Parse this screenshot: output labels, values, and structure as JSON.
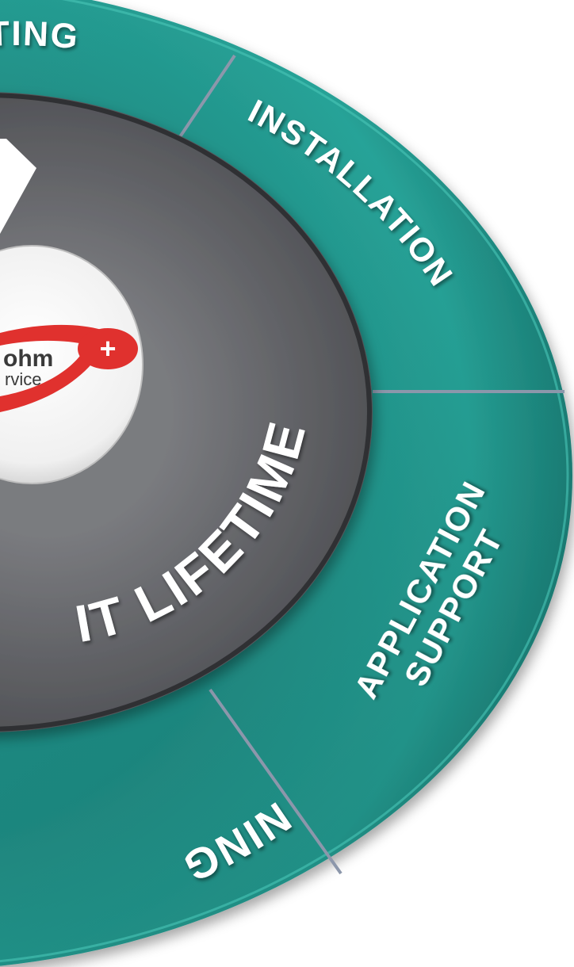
{
  "outer_ring": {
    "segments": [
      {
        "id": "consulting",
        "label": "LTING"
      },
      {
        "id": "installation",
        "label": "INSTALLATION"
      },
      {
        "id": "application",
        "label_line1": "APPLICATION",
        "label_line2": "SUPPORT"
      },
      {
        "id": "training",
        "label": "NING"
      }
    ]
  },
  "inner_ring": {
    "label": "IT LIFETIME"
  },
  "logo": {
    "line1": "ohm",
    "line2": "rvice",
    "plus_symbol": "+"
  },
  "colors": {
    "ring_teal": "#21938a",
    "ring_teal_light": "#33b2a6",
    "ring_teal_dark": "#135f58",
    "inner_dark": "#3f4043",
    "inner_mid": "#6b6c70",
    "divider": "#8c97ab",
    "logo_red": "#e0312e",
    "logo_bg": "#f2f2f2"
  }
}
